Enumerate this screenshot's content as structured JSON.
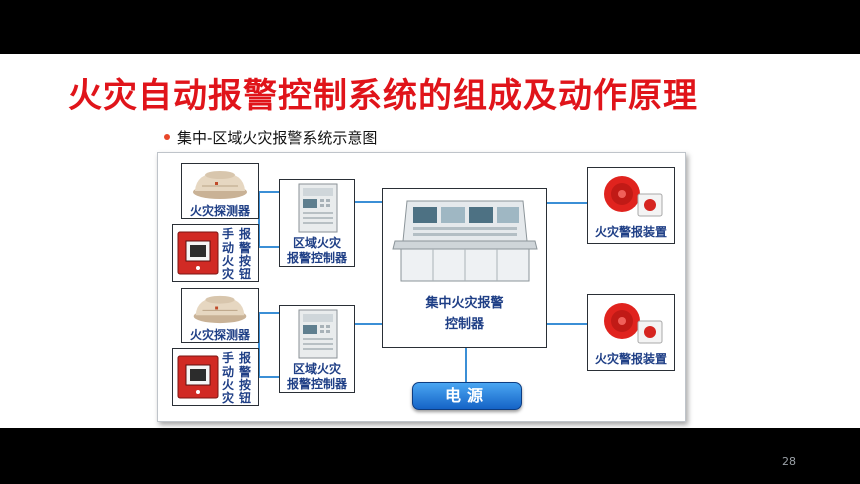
{
  "slide": {
    "title": "火灾自动报警控制系统的组成及动作原理",
    "bullet": "集中-区域火灾报警系统示意图",
    "page_number": "28"
  },
  "diagram": {
    "detector_label": "火灾探测器",
    "manual_button_label": [
      "手报",
      "动警",
      "火按",
      "灾钮"
    ],
    "regional_controller_label": [
      "区域火灾",
      "报警控制器"
    ],
    "central_controller_label": [
      "集中火灾报警",
      "控制器"
    ],
    "alarm_device_label": "火灾警报装置",
    "power_label": "电源"
  },
  "colors": {
    "title": "#e0141a",
    "label": "#1f3f86",
    "connector": "#3b8fd6",
    "power": "#1563c6"
  }
}
